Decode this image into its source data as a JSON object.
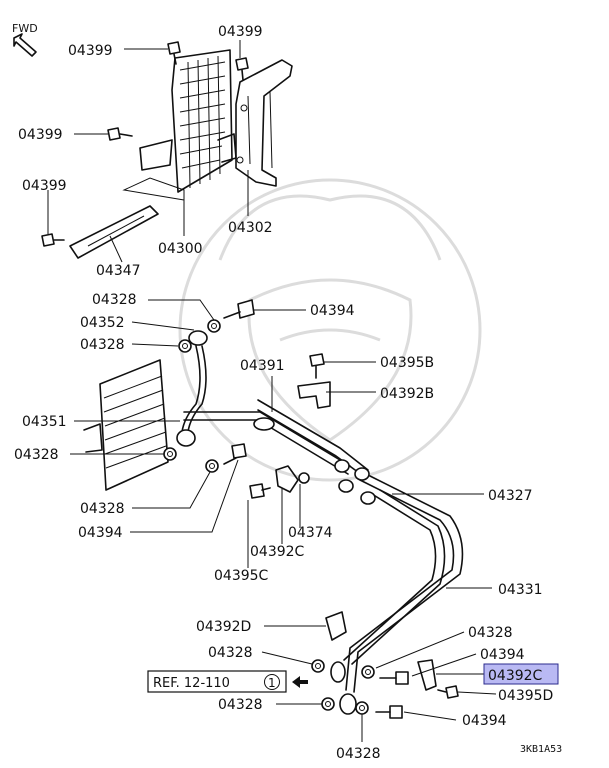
{
  "fwd_label": "FWD",
  "ref_box": {
    "prefix": "REF. 12-110",
    "circled": "1"
  },
  "diagram_code": "3KB1A53",
  "highlight_color": "#b9b9f3",
  "parts": {
    "p04399_a": "04399",
    "p04399_b": "04399",
    "p04399_c": "04399",
    "p04399_d": "04399",
    "p04347": "04347",
    "p04300": "04300",
    "p04302": "04302",
    "p04328_a": "04328",
    "p04352": "04352",
    "p04328_b": "04328",
    "p04394_a": "04394",
    "p04395B": "04395B",
    "p04391": "04391",
    "p04392B": "04392B",
    "p04351": "04351",
    "p04328_c": "04328",
    "p04328_d": "04328",
    "p04394_b": "04394",
    "p04374": "04374",
    "p04392C_a": "04392C",
    "p04395C": "04395C",
    "p04327": "04327",
    "p04331": "04331",
    "p04392D": "04392D",
    "p04328_e": "04328",
    "p04328_f": "04328",
    "p04394_c": "04394",
    "p04392C_hl": "04392C",
    "p04395D": "04395D",
    "p04328_g": "04328",
    "p04394_d": "04394",
    "p04328_h": "04328"
  }
}
